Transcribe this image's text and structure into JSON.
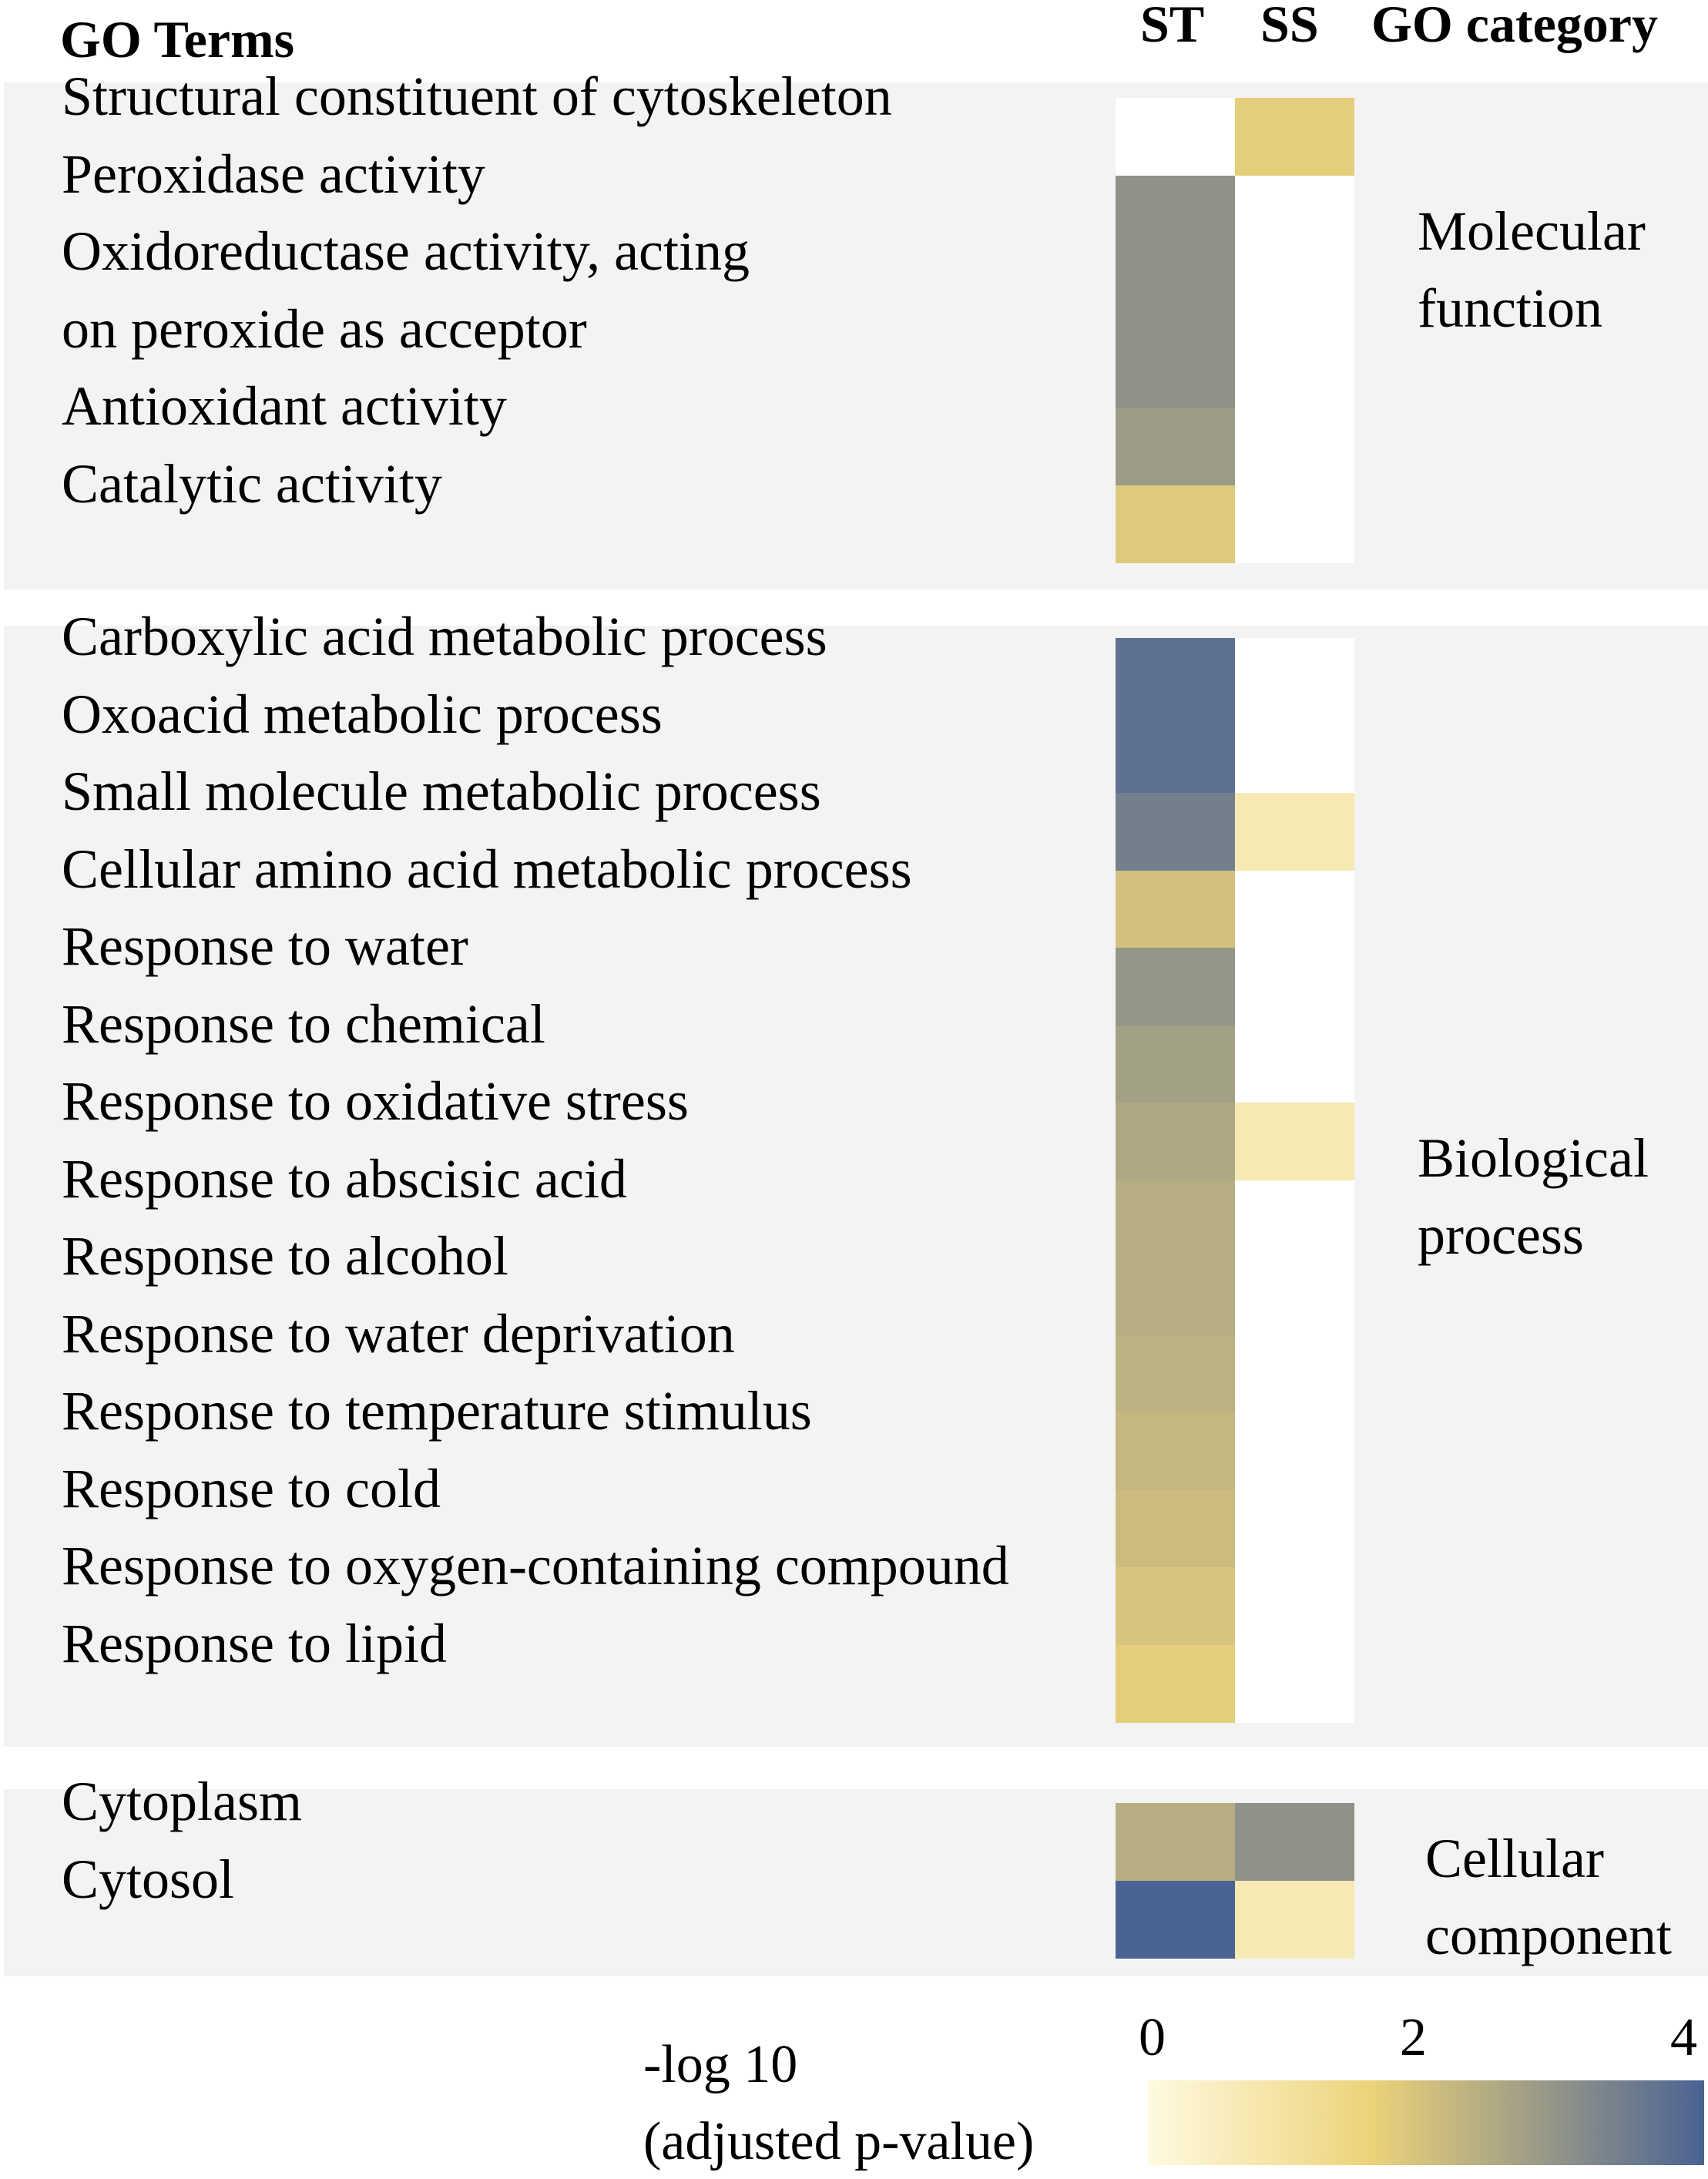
{
  "header": {
    "terms": "GO Terms",
    "col_st": "ST",
    "col_ss": "SS",
    "category": "GO category"
  },
  "colors": {
    "low": "#fffae0",
    "mid": "#ecd37a",
    "high": "#4a6393",
    "missing": "#ffffff",
    "panel": "#f3f3f3"
  },
  "chart_data": {
    "type": "heatmap",
    "columns": [
      "ST",
      "SS"
    ],
    "value_label": "-log 10 (adjusted p-value)",
    "scale": {
      "min": 0,
      "max": 4,
      "ticks": [
        "0",
        "2",
        "4"
      ]
    },
    "groups": [
      {
        "category_line1": "Molecular",
        "category_line2": "function",
        "rows": [
          {
            "term": "Structural constituent of cytoskeleton",
            "ST": null,
            "SS": 1.7
          },
          {
            "term": "Peroxidase activity",
            "ST": 3.0,
            "SS": null
          },
          {
            "term": "Oxidoreductase activity, acting on peroxide as acceptor",
            "line1": "Oxidoreductase activity, acting",
            "line2": "on peroxide as acceptor",
            "ST": 3.0,
            "SS": null
          },
          {
            "term": "Antioxidant activity",
            "ST": 2.8,
            "SS": null
          },
          {
            "term": "Catalytic activity",
            "ST": 1.8,
            "SS": null
          }
        ]
      },
      {
        "category_line1": "Biological",
        "category_line2": "process",
        "rows": [
          {
            "term": "Carboxylic acid metabolic process",
            "ST": 3.7,
            "SS": null
          },
          {
            "term": "Oxoacid metabolic process",
            "ST": 3.7,
            "SS": null
          },
          {
            "term": "Small molecule metabolic process",
            "ST": 3.4,
            "SS": 0.7
          },
          {
            "term": "Cellular amino acid metabolic process",
            "ST": 2.0,
            "SS": null
          },
          {
            "term": "Response to water",
            "ST": 2.9,
            "SS": null
          },
          {
            "term": "Response to chemical",
            "ST": 2.7,
            "SS": null
          },
          {
            "term": "Response to oxidative stress",
            "ST": 2.5,
            "SS": 0.7
          },
          {
            "term": "Response to abscisic acid",
            "ST": 2.4,
            "SS": null
          },
          {
            "term": "Response to alcohol",
            "ST": 2.4,
            "SS": null
          },
          {
            "term": "Response to water deprivation",
            "ST": 2.3,
            "SS": null
          },
          {
            "term": "Response to temperature stimulus",
            "ST": 2.2,
            "SS": null
          },
          {
            "term": "Response to cold",
            "ST": 2.1,
            "SS": null
          },
          {
            "term": "Response to oxygen-containing compound",
            "ST": 1.9,
            "SS": null
          },
          {
            "term": "Response to lipid",
            "ST": 1.7,
            "SS": null
          }
        ]
      },
      {
        "category_line1": "Cellular",
        "category_line2": "component",
        "rows": [
          {
            "term": "Cytoplasm",
            "ST": 2.4,
            "SS": 3.0
          },
          {
            "term": "Cytosol",
            "ST": 4.0,
            "SS": 0.7
          }
        ]
      }
    ]
  }
}
